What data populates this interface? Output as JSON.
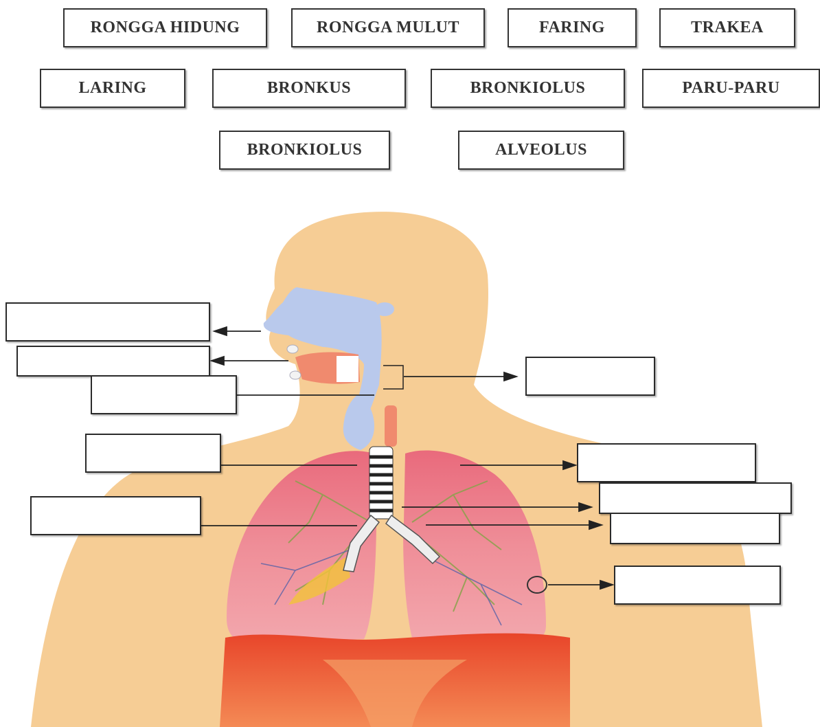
{
  "word_bank": [
    "RONGGA HIDUNG",
    "RONGGA MULUT",
    "FARING",
    "TRAKEA",
    "LARING",
    "BRONKUS",
    "BRONKIOLUS",
    "PARU-PARU",
    "BRONKIOLUS",
    "ALVEOLUS"
  ],
  "colors": {
    "skin": "#f6cd95",
    "airway": "#b9c9ec",
    "lung": "#e97f8a",
    "diaphragm": "#e8552c",
    "bronchi_green": "#8aa24c",
    "vessels_blue": "#5a63a8"
  }
}
